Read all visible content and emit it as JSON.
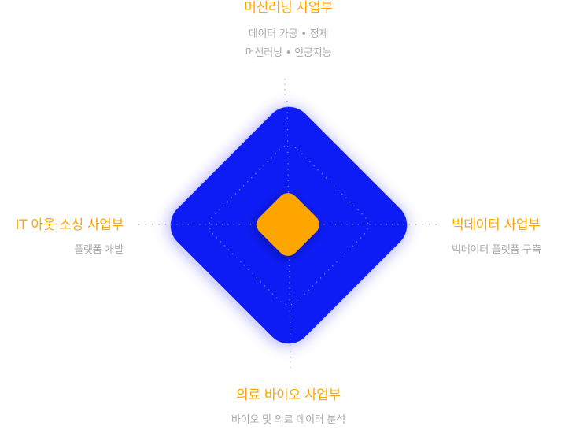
{
  "colors": {
    "accent": "#ffa500",
    "primary": "#0c1df5",
    "guide": "#a7a7ad",
    "inner_guide": "#7d86f8",
    "description": "#a9a9a9"
  },
  "sections": {
    "top": {
      "title": "머신러닝 사업부",
      "lines": [
        "데이터 가공 • 정제",
        "머신러닝 • 인공지능"
      ]
    },
    "left": {
      "title": "IT 아웃 소싱 사업부",
      "lines": [
        "플랫폼 개발"
      ]
    },
    "right": {
      "title": "빅데이터 사업부",
      "lines": [
        "빅데이터 플랫폼 구축"
      ]
    },
    "bottom": {
      "title": "의료 바이오 사업부",
      "lines": [
        "바이오 및 의료 데이터 분석"
      ]
    }
  }
}
